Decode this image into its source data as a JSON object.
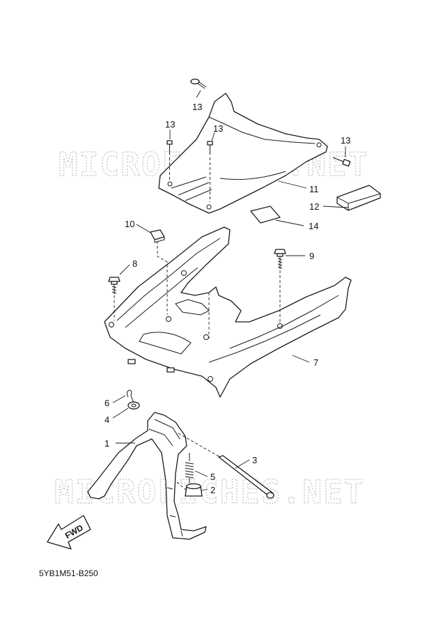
{
  "watermark": "MICROFICHES.NET",
  "diagram_code": "5YB1M51-B250",
  "fwd_label": "FWD",
  "callouts": {
    "c1": "1",
    "c2": "2",
    "c3": "3",
    "c4": "4",
    "c5": "5",
    "c6": "6",
    "c7": "7",
    "c8": "8",
    "c9": "9",
    "c10": "10",
    "c11": "11",
    "c12": "12",
    "c14": "14",
    "c13a": "13",
    "c13b": "13",
    "c13c": "13",
    "c13d": "13"
  }
}
